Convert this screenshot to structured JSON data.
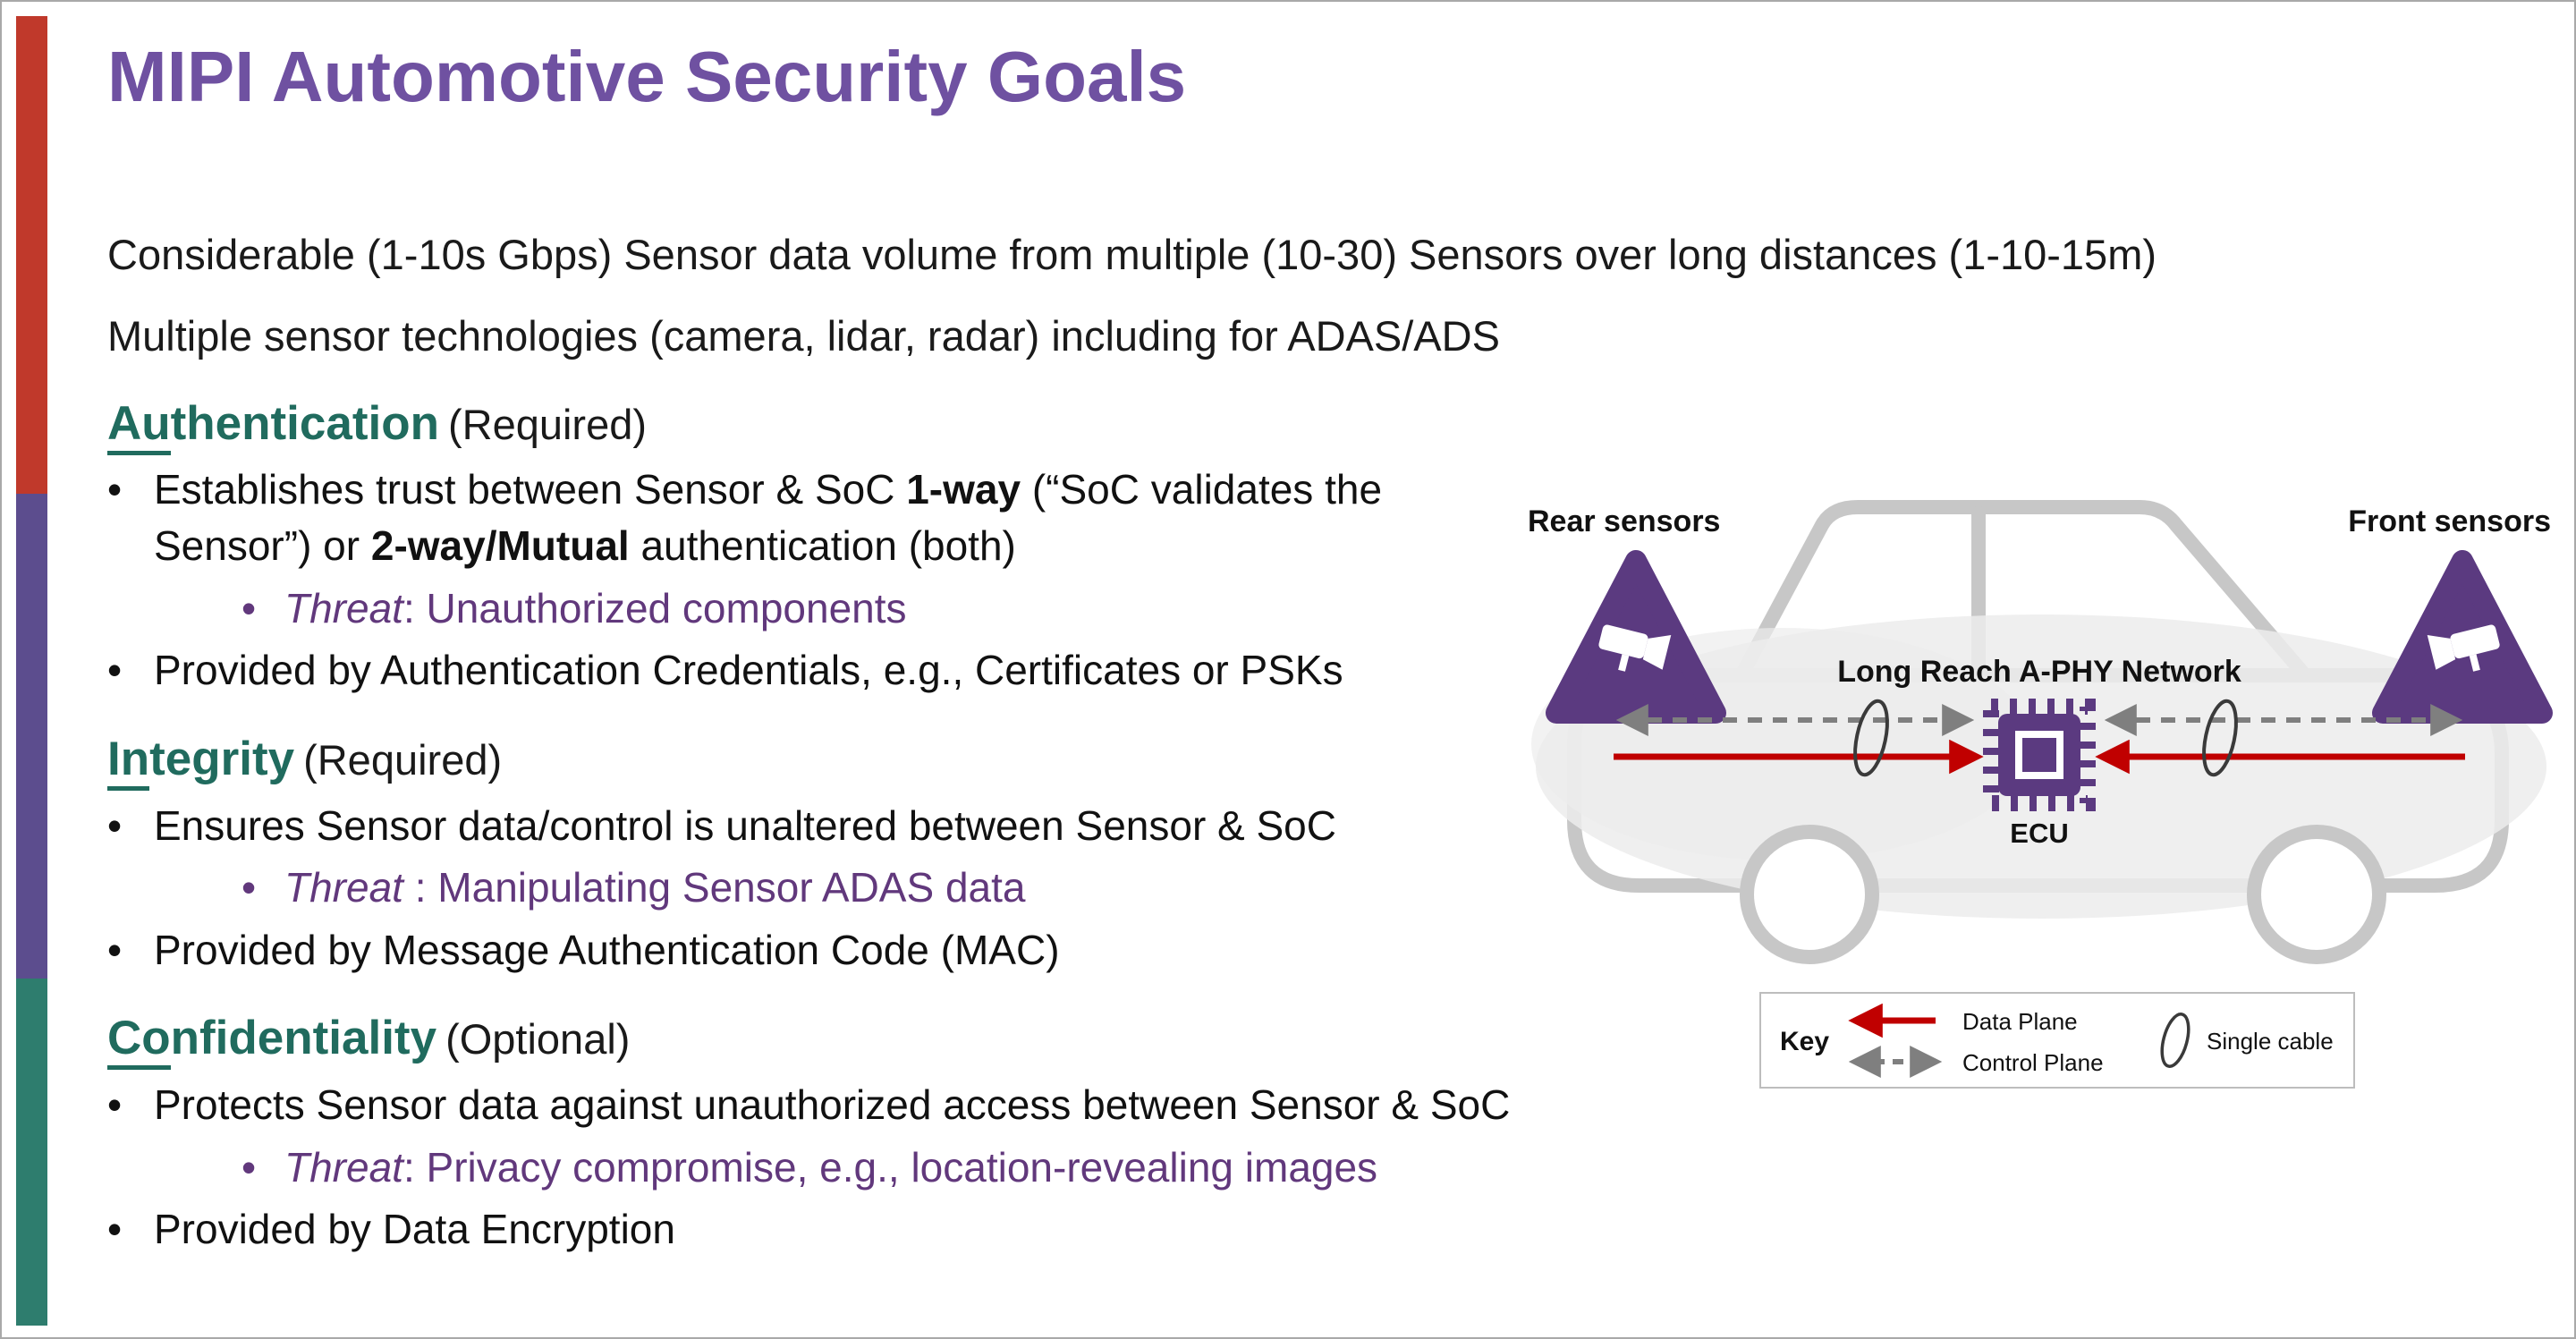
{
  "slide": {
    "title": "MIPI Automotive Security Goals",
    "bullet_char": "•",
    "intro": [
      "Considerable (1-10s Gbps) Sensor data volume from multiple (10-30) Sensors over long distances (1-10-15m)",
      "Multiple sensor technologies (camera, lidar, radar) including for ADAS/ADS"
    ],
    "sections": [
      {
        "heading_underline": "Au",
        "heading_rest": "thentication",
        "qualifier": "(Required)",
        "items": [
          {
            "segments": [
              {
                "text": "Establishes trust between Sensor & SoC "
              },
              {
                "text": "1-way",
                "bold": true
              },
              {
                "text": " (“SoC validates the Sensor”) or "
              },
              {
                "text": "2-way/Mutual",
                "bold": true
              },
              {
                "text": " authentication (both)"
              }
            ]
          },
          {
            "threat": true,
            "segments": [
              {
                "text": "Threat",
                "italic": true
              },
              {
                "text": ": Unauthorized components"
              }
            ]
          },
          {
            "segments": [
              {
                "text": "Provided by Authentication Credentials, e.g., Certificates or PSKs"
              }
            ]
          }
        ]
      },
      {
        "heading_underline": "In",
        "heading_rest": "tegrity",
        "qualifier": "(Required)",
        "items": [
          {
            "segments": [
              {
                "text": "Ensures Sensor data/control is unaltered between Sensor & SoC"
              }
            ]
          },
          {
            "threat": true,
            "segments": [
              {
                "text": "Threat",
                "italic": true
              },
              {
                "text": " : Manipulating Sensor ADAS data"
              }
            ]
          },
          {
            "segments": [
              {
                "text": "Provided by Message Authentication Code (MAC)"
              }
            ]
          }
        ]
      },
      {
        "heading_underline": "Co",
        "heading_rest": "nfidentiality",
        "qualifier": "(Optional)",
        "items": [
          {
            "segments": [
              {
                "text": "Protects Sensor data against unauthorized access between Sensor & SoC"
              }
            ]
          },
          {
            "threat": true,
            "segments": [
              {
                "text": "Threat",
                "italic": true
              },
              {
                "text": ": Privacy compromise, e.g., location-revealing images"
              }
            ]
          },
          {
            "segments": [
              {
                "text": "Provided by Data Encryption"
              }
            ]
          }
        ]
      }
    ]
  },
  "diagram": {
    "rear_sensors_label": "Rear sensors",
    "front_sensors_label": "Front sensors",
    "network_label": "Long Reach A-PHY Network",
    "ecu_label": "ECU",
    "key": {
      "title": "Key",
      "data_plane_label": "Data Plane",
      "control_plane_label": "Control Plane",
      "single_cable_label": "Single cable"
    }
  },
  "colors": {
    "title-purple": "#6F51A1",
    "heading-teal": "#206B5E",
    "threat-purple": "#61387C",
    "bar-red": "#C0392B",
    "bar-purple": "#5C4D8E",
    "bar-teal": "#2E7D6E",
    "data-plane-red": "#C00000",
    "control-plane-gray": "#7F7F7F",
    "car-gray": "#C7C7C7",
    "sensor-purple": "#5B3A80",
    "text-dark": "#1A1A1A"
  }
}
